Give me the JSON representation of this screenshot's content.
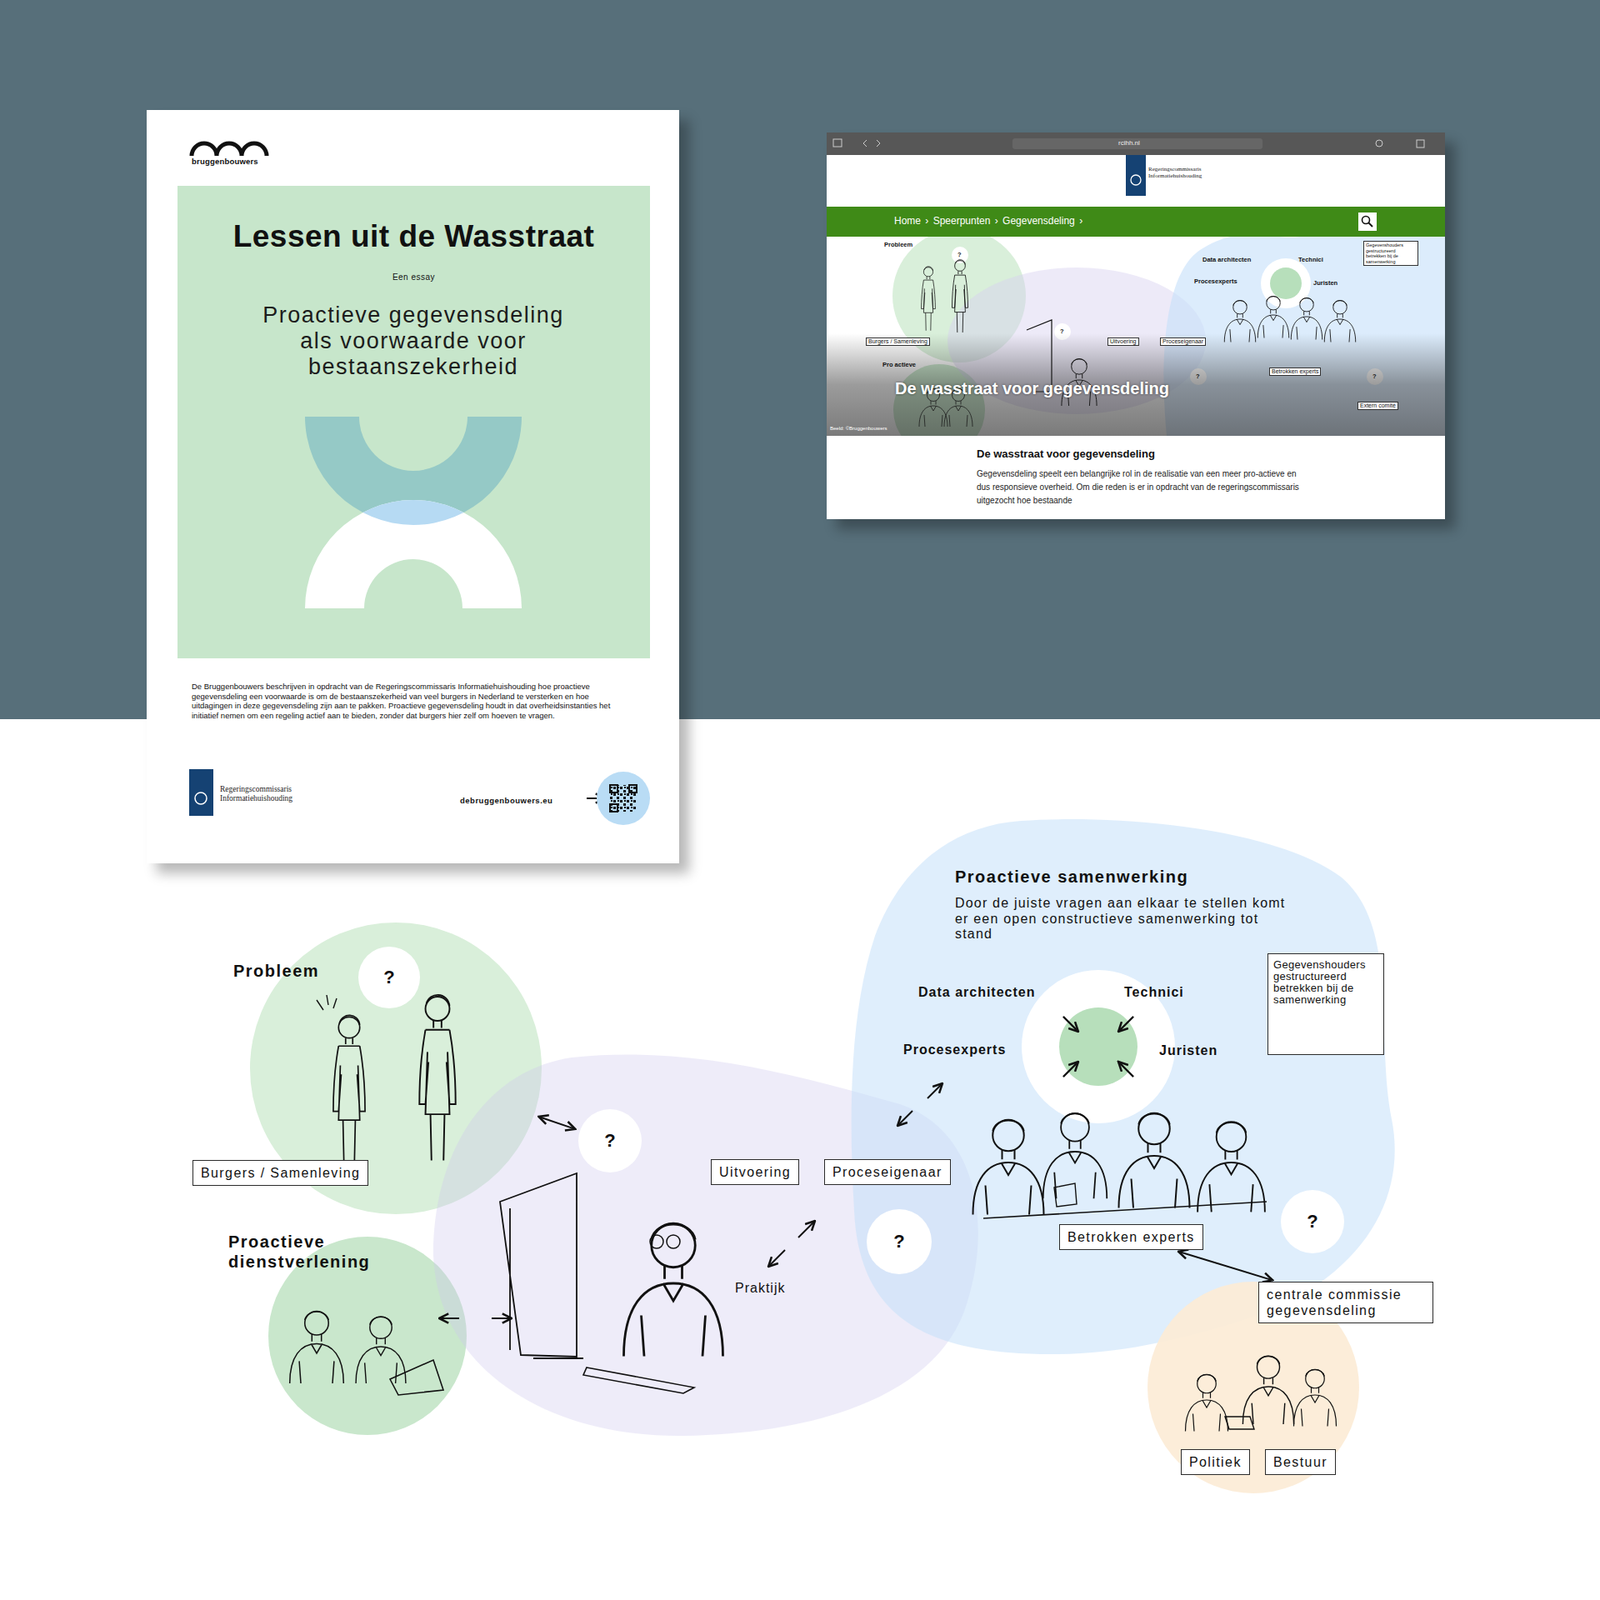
{
  "diagram": {
    "nodes": [
      {
        "text": [
          "bruggenbouwers",
          "De Bruggenbouwers beschrijven in opdracht van de Regeringscommissaris Informatiehuishouding hoe proactieve gegevensdeling een voorwaarde is om de bestaanszekerheid van veel burgers in Nederland te versterken en hoe uitdagingen in deze gegevensdeling zijn aan te pakken. Proactieve gegevensdeling houdt in dat overheidsinstanties het initiatief nemen om een regeling actief aan te bieden, zonder dat burgers hier zelf om hoeven te vragen.",
          "Regeringscommissaris Informatiehuishouding",
          "debruggenbouwers.eu"
        ]
      },
      {
        "text": [
          "Lessen uit de Wasstraat",
          "Een essay",
          "Proactieve gegevensdeling als voorwaarde voor bestaanszekerheid"
        ],
        "in": 0
      },
      {
        "text": [
          "rcihh.nl",
          "Regeringscommissaris Informatiehuishouding",
          "De wasstraat voor gegevensdeling",
          "Beeld: ©Bruggenbouwers",
          "De wasstraat voor gegevensdeling",
          "Gegevensdeling speelt een belangrijke rol in de realisatie van een meer pro-actieve en dus responsieve overheid. Om die reden is er in opdracht van de regeringscommissaris uitgezocht hoe bestaande"
        ]
      },
      {
        "text": [
          "Home › Speerpunten › Gegevensdeling ›"
        ],
        "in": 2
      },
      {
        "text": [
          "Probleem"
        ]
      },
      {
        "text": [
          "?"
        ],
        "in": 4
      },
      {
        "text": [
          "Burgers / Samenleving"
        ]
      },
      {
        "text": [
          "Proactieve dienstverlening"
        ]
      },
      {
        "text": [
          "Praktijk"
        ]
      },
      {
        "text": [
          "?"
        ],
        "in": 8
      },
      {
        "text": [
          "Uitvoering"
        ],
        "in": 8
      },
      {
        "text": [
          "Proceseigenaar"
        ]
      },
      {
        "text": [
          "Proactieve samenwerking",
          "Door de juiste vragen aan elkaar te stellen komt er een open constructieve samenwerking tot stand"
        ]
      },
      {
        "text": [
          "Gegevenshouders gestructureerd betrekken bij de samenwerking"
        ],
        "in": 12
      },
      {
        "text": [
          "?"
        ],
        "in": 12
      },
      {
        "text": [
          "?"
        ],
        "in": 12
      },
      {
        "text": [
          "Betrokken experts"
        ],
        "in": 12
      },
      {
        "text": [
          "centrale commissie gegevensdeling"
        ]
      },
      {
        "text": [
          "Politiek"
        ]
      },
      {
        "text": [
          "Bestuur"
        ]
      }
    ],
    "edges": [
      {
        "from": 4,
        "to": 9,
        "arrow": "both"
      },
      {
        "from": 16,
        "to": 17,
        "arrow": "both"
      }
    ],
    "labels": [
      "Data architecten",
      "Technici",
      "Procesexperts",
      "Juristen",
      "Probleem",
      "?",
      "Data architecten",
      "Technici",
      "Procesexperts",
      "Juristen",
      "Gegevenshouders gestructureerd betrekken bij de samenwerking",
      "Burgers / Samenleving",
      "?",
      "Uitvoering",
      "Proceseigenaar",
      "?",
      "Betrokken experts",
      "?",
      "Pro actieve",
      "Extern comité"
    ]
  }
}
